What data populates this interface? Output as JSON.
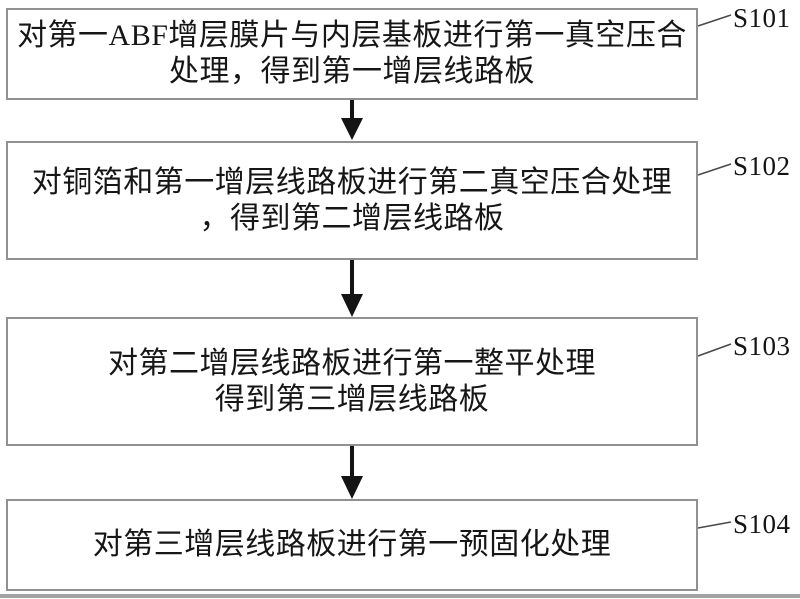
{
  "figure": {
    "boxes": [
      {
        "label": "S101",
        "text": "对第一ABF增层膜片与内层基板进行第一真空压合\n处理，得到第一增层线路板"
      },
      {
        "label": "S102",
        "text": "对铜箔和第一增层线路板进行第二真空压合处理\n，得到第二增层线路板"
      },
      {
        "label": "S103",
        "text": "对第二增层线路板进行第一整平处理\n得到第三增层线路板"
      },
      {
        "label": "S104",
        "text": "对第三增层线路板进行第一预固化处理"
      }
    ],
    "colors": {
      "box_border": "#919191",
      "text": "#161616",
      "arrow": "#141414",
      "connector": "#4a4a4a"
    }
  }
}
